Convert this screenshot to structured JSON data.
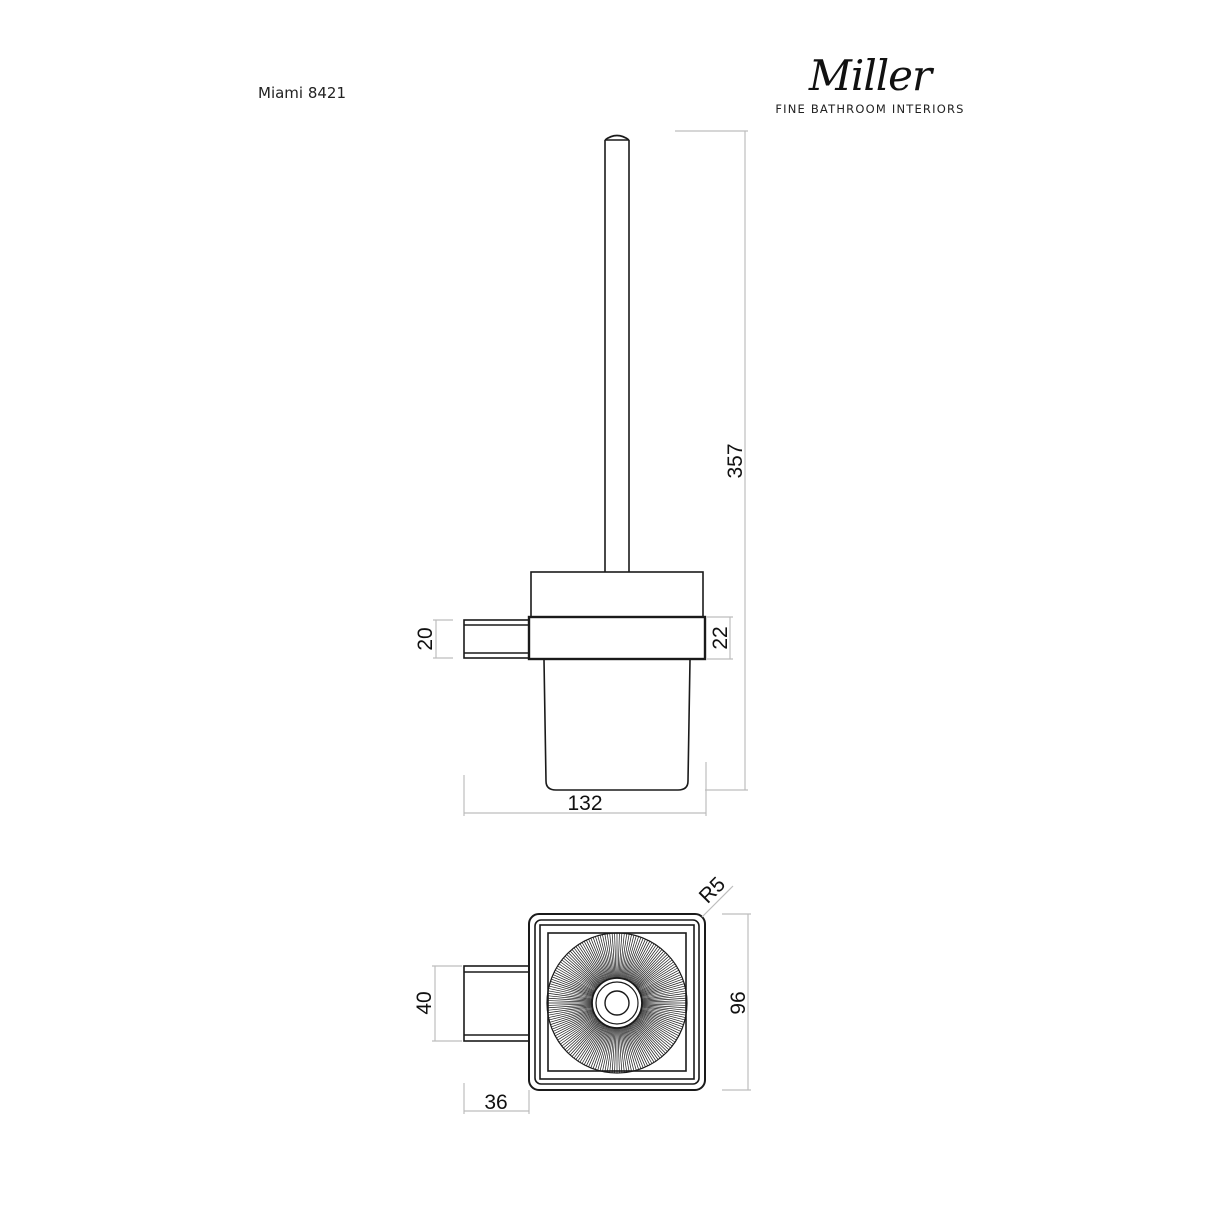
{
  "header": {
    "product_name": "Miami 8421",
    "brand_name": "Miller",
    "brand_tagline": "FINE BATHROOM INTERIORS"
  },
  "front_view": {
    "dimensions": {
      "total_height": "357",
      "bracket_height": "20",
      "collar_height": "22",
      "total_depth": "132"
    }
  },
  "top_view": {
    "dimensions": {
      "corner_radius": "R5",
      "bracket_width": "40",
      "bracket_depth": "36",
      "holder_width": "96"
    }
  },
  "colors": {
    "line": "#1a1a1a",
    "dimension_line": "#bdbdbd",
    "background": "#ffffff"
  }
}
